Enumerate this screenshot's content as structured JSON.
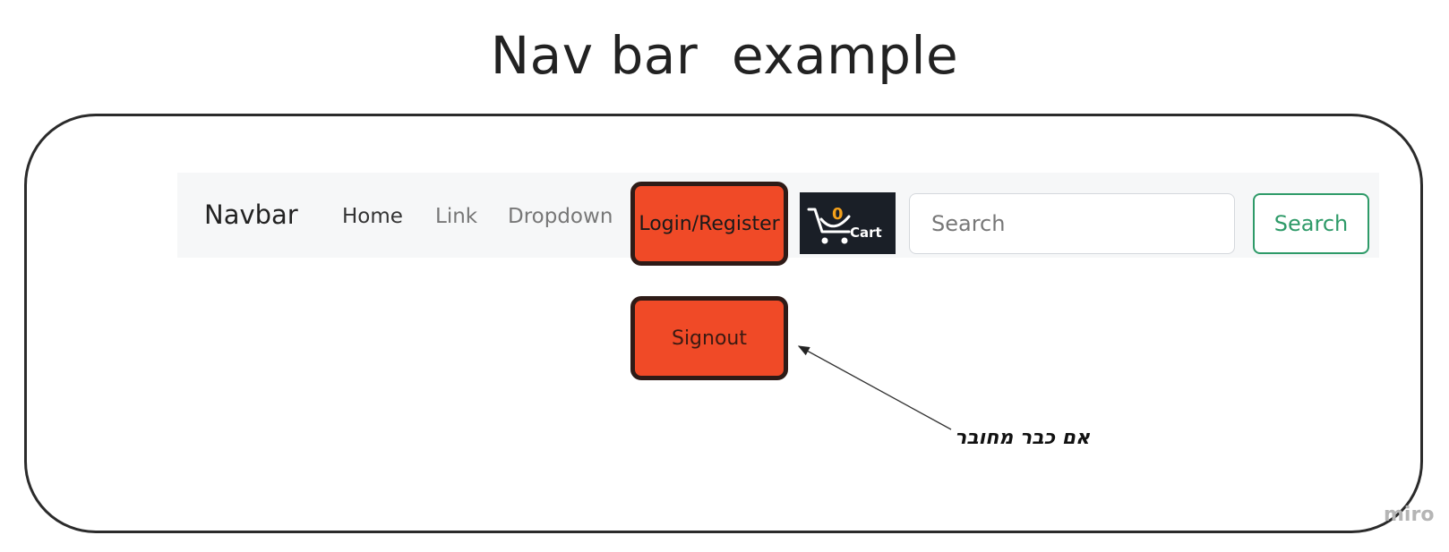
{
  "title": "Nav bar  example",
  "navbar": {
    "brand": "Navbar",
    "links": [
      "Home",
      "Link",
      "Dropdown"
    ],
    "login_label": "Login/Register",
    "cart": {
      "count": "0",
      "label": "Cart"
    },
    "search": {
      "placeholder": "Search",
      "button_label": "Search"
    }
  },
  "signout_label": "Signout",
  "annotation": "אם כבר מחובר",
  "watermark": "miro",
  "colors": {
    "accent_orange": "#f04a27",
    "search_green": "#2e9a68",
    "cart_bg": "#1a1f27",
    "cart_count": "#f5a11a"
  }
}
